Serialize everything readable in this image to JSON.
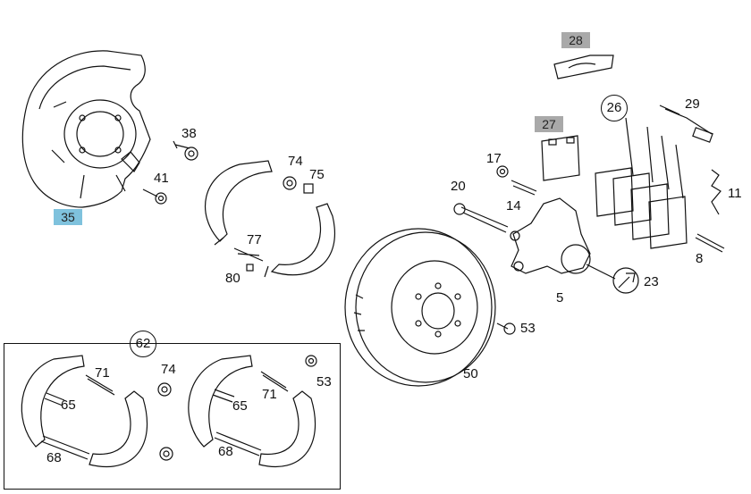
{
  "colors": {
    "line": "#111111",
    "badge_gray": "#a9a9a9",
    "badge_blue": "#7fc2dd"
  },
  "labels": {
    "p35": "35",
    "p38": "38",
    "p41": "41",
    "p74a": "74",
    "p75": "75",
    "p77": "77",
    "p80": "80",
    "p28": "28",
    "p26": "26",
    "p29": "29",
    "p27": "27",
    "p17": "17",
    "p20": "20",
    "p14": "14",
    "p11": "11",
    "p8": "8",
    "p23": "23",
    "p5": "5",
    "p53a": "53",
    "p50": "50",
    "p62": "62",
    "p71a": "71",
    "p65a": "65",
    "p68a": "68",
    "p74b": "74",
    "p71b": "71",
    "p65b": "65",
    "p68b": "68",
    "p53b": "53"
  }
}
